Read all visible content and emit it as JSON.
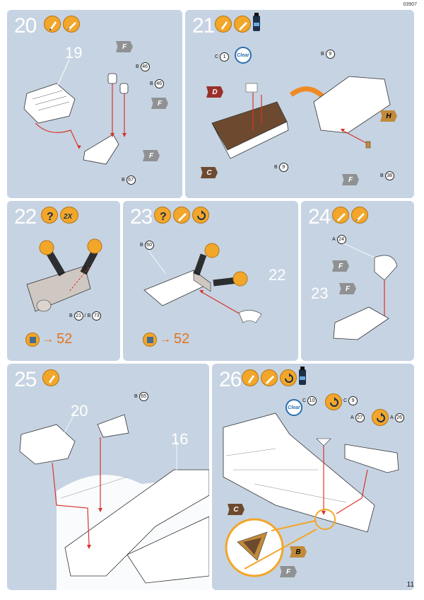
{
  "doc_code": "03907",
  "page_number": "11",
  "steps": {
    "s20": {
      "number": "20",
      "callout": "19",
      "refs": [
        "B 46",
        "B 46",
        "B 67"
      ],
      "flags": [
        "F",
        "F",
        "F"
      ]
    },
    "s21": {
      "number": "21",
      "clear_label": "Clear",
      "refs": [
        "C 1",
        "B 9",
        "B 9",
        "B 38"
      ],
      "flags": [
        "D",
        "C",
        "H",
        "F"
      ]
    },
    "s22": {
      "number": "22",
      "multiplier": "2X",
      "refs": [
        "B 21",
        "B 73"
      ],
      "goto": "52"
    },
    "s23": {
      "number": "23",
      "callout": "22",
      "refs": [
        "B 60"
      ],
      "goto": "52"
    },
    "s24": {
      "number": "24",
      "callout": "23",
      "refs": [
        "A 24"
      ],
      "flags": [
        "F",
        "F"
      ]
    },
    "s25": {
      "number": "25",
      "callouts": [
        "20",
        "16"
      ],
      "refs": [
        "B 65"
      ]
    },
    "s26": {
      "number": "26",
      "clear_label": "Clear",
      "refs": [
        "C 10",
        "C 9",
        "A 27",
        "A 26"
      ],
      "flags": [
        "C",
        "B",
        "F"
      ]
    }
  },
  "colors": {
    "panel": "#c6d3e2",
    "accent_orange": "#f2a62a",
    "arrow_red": "#d9342b"
  }
}
